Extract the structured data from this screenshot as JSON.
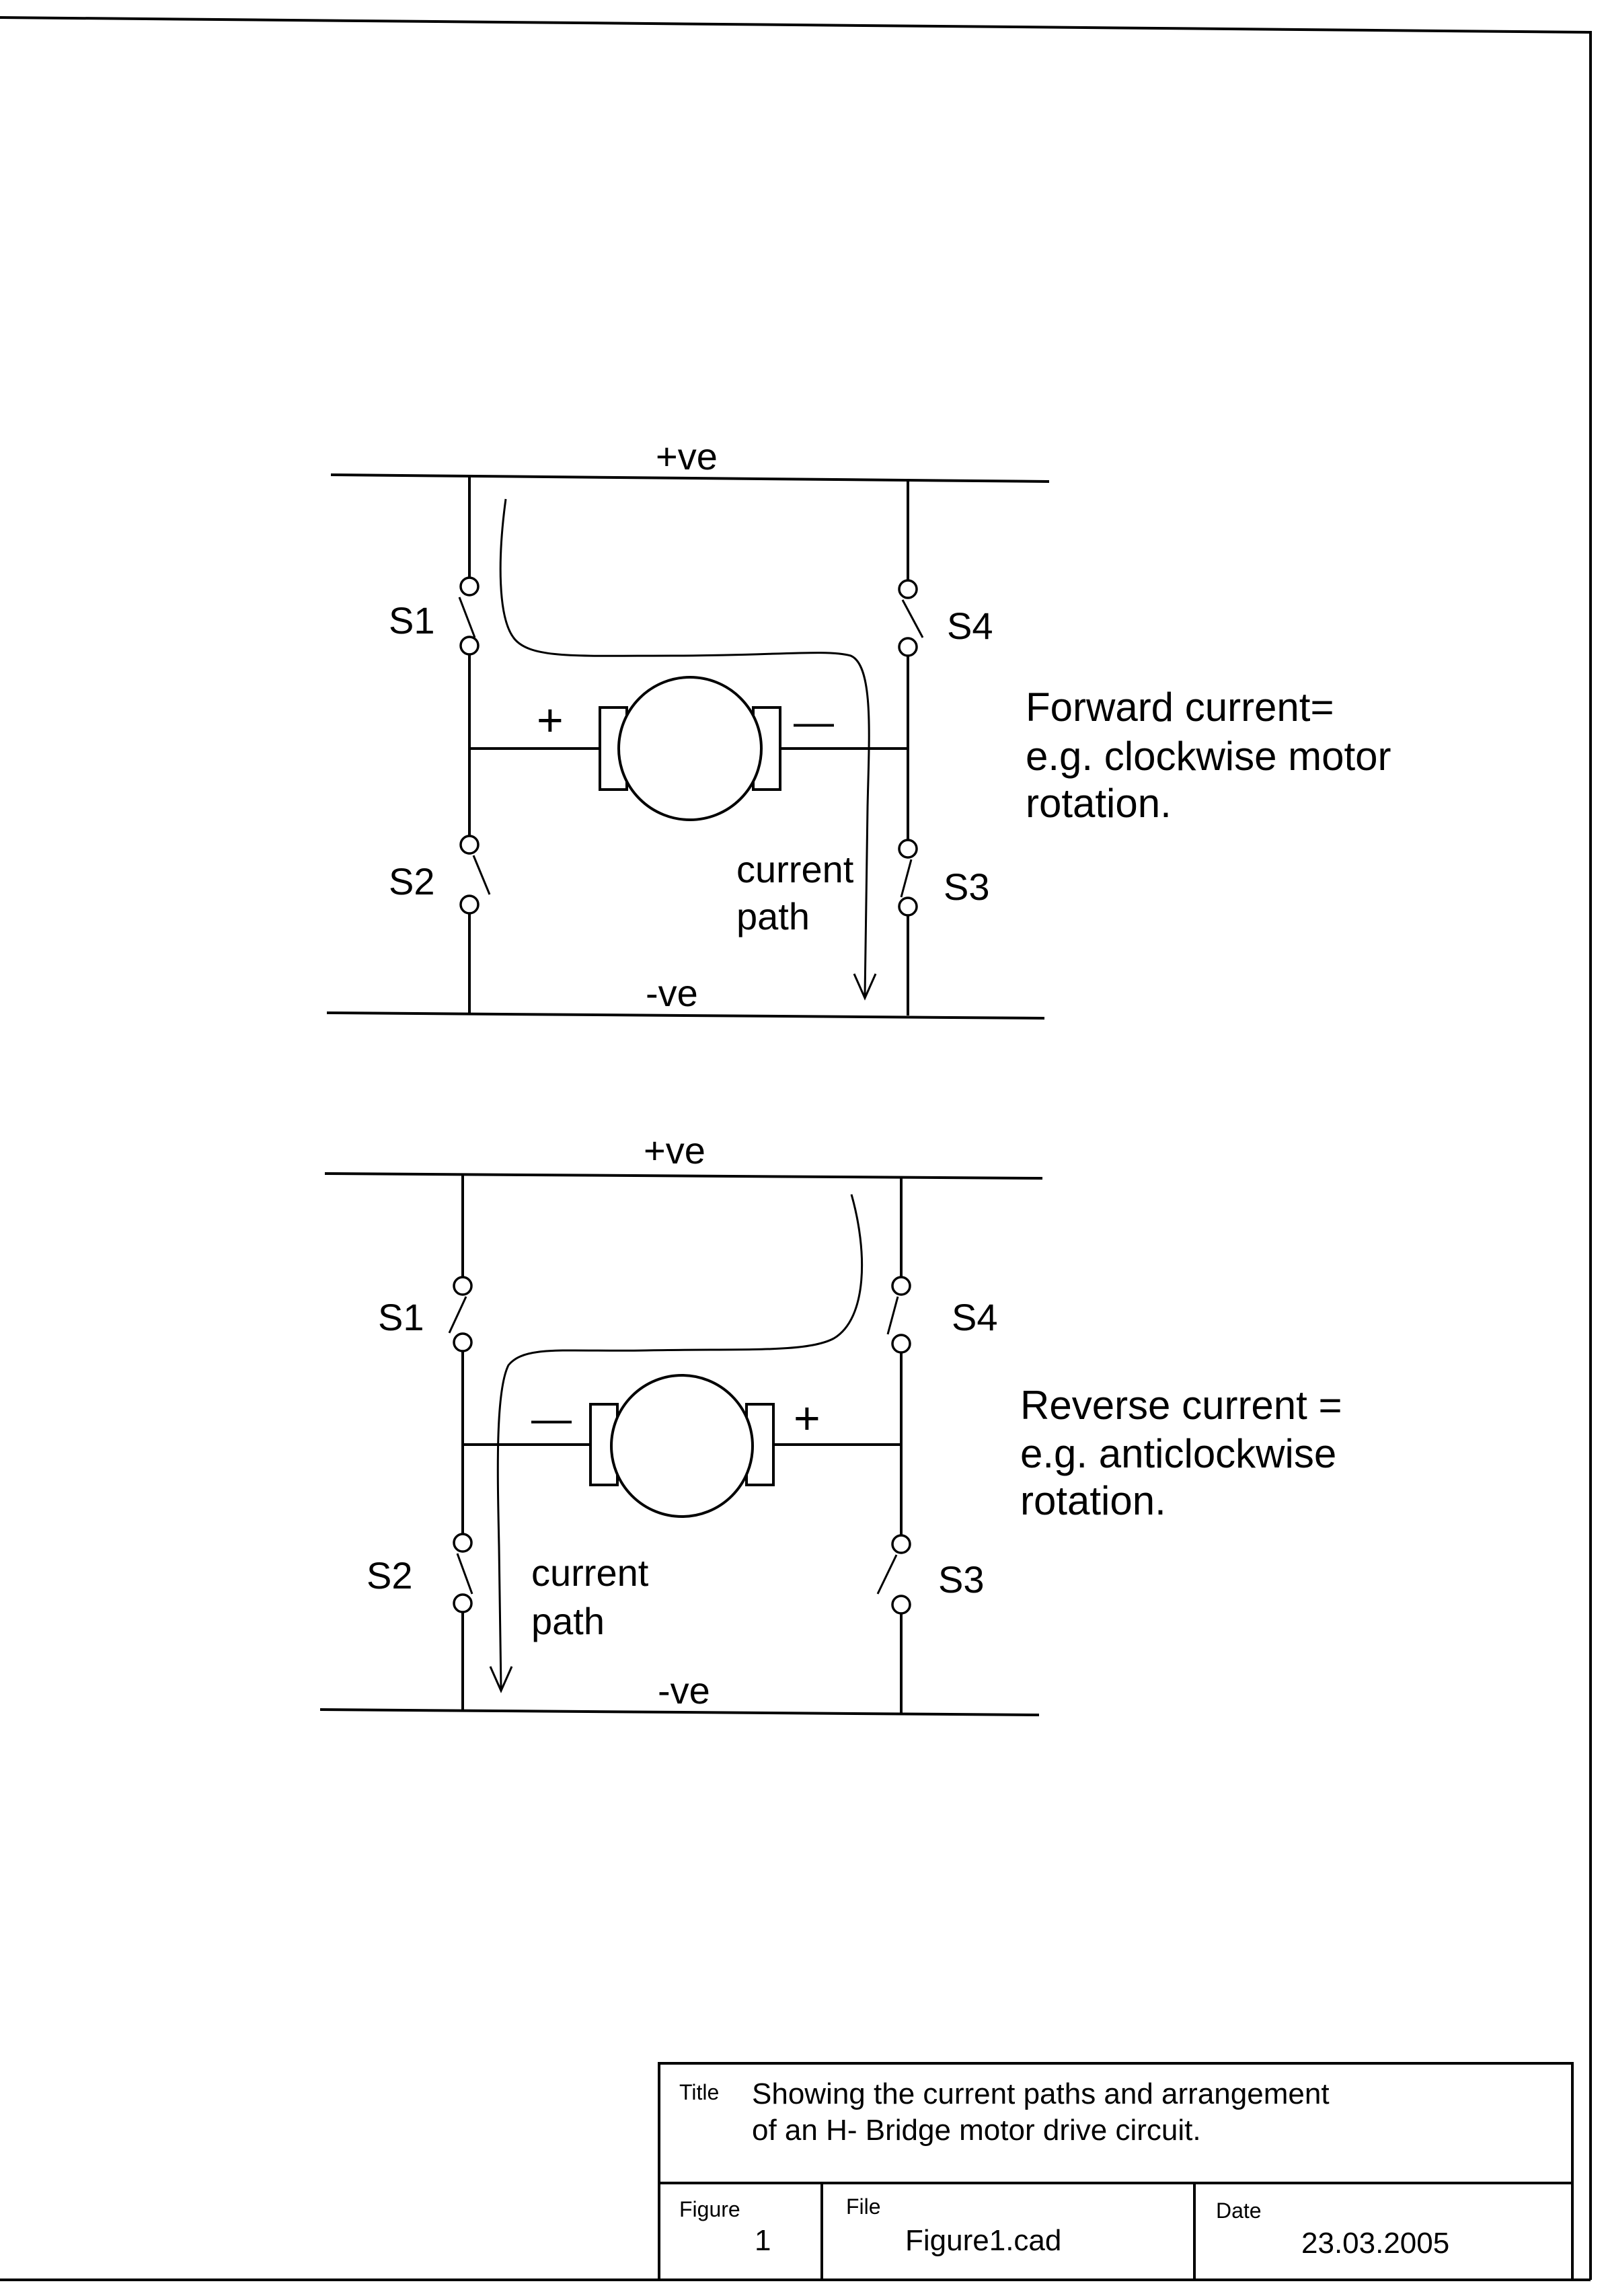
{
  "circuits": [
    {
      "id": "forward",
      "pos_rail_label": "+ve",
      "neg_rail_label": "-ve",
      "switches": [
        "S1",
        "S2",
        "S3",
        "S4"
      ],
      "motor_left_polarity": "+",
      "motor_right_polarity": "—",
      "current_path_label": [
        "current",
        "path"
      ],
      "description": [
        "Forward current=",
        "e.g. clockwise motor",
        "rotation."
      ]
    },
    {
      "id": "reverse",
      "pos_rail_label": "+ve",
      "neg_rail_label": "-ve",
      "switches": [
        "S1",
        "S2",
        "S3",
        "S4"
      ],
      "motor_left_polarity": "—",
      "motor_right_polarity": "+",
      "current_path_label": [
        "current",
        "path"
      ],
      "description": [
        "Reverse current =",
        "e.g. anticlockwise",
        "rotation."
      ]
    }
  ],
  "title_block": {
    "title_caption": "Title",
    "title_lines": [
      "Showing the current paths and arrangement",
      "of an H- Bridge motor drive circuit."
    ],
    "figure_caption": "Figure",
    "figure_value": "1",
    "file_caption": "File",
    "file_value": "Figure1.cad",
    "date_caption": "Date",
    "date_value": "23.03.2005"
  }
}
